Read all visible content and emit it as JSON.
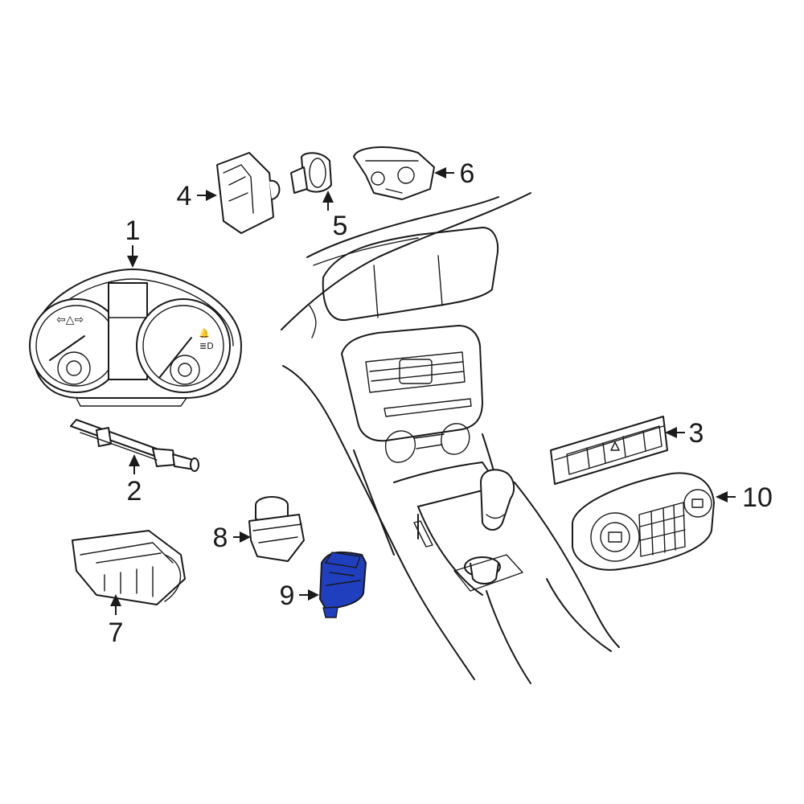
{
  "diagram": {
    "highlight_color": "#1f3fbf",
    "line_color": "#1a1a1a",
    "highlighted_part": "9",
    "callouts": [
      {
        "id": "1",
        "label": "1"
      },
      {
        "id": "2",
        "label": "2"
      },
      {
        "id": "3",
        "label": "3"
      },
      {
        "id": "4",
        "label": "4"
      },
      {
        "id": "5",
        "label": "5"
      },
      {
        "id": "6",
        "label": "6"
      },
      {
        "id": "7",
        "label": "7"
      },
      {
        "id": "8",
        "label": "8"
      },
      {
        "id": "9",
        "label": "9"
      },
      {
        "id": "10",
        "label": "10"
      }
    ],
    "cluster_glyphs": {
      "left_indicator": "⇦△⇨",
      "right_bell": "🔔",
      "right_lamp": "≣D"
    }
  }
}
